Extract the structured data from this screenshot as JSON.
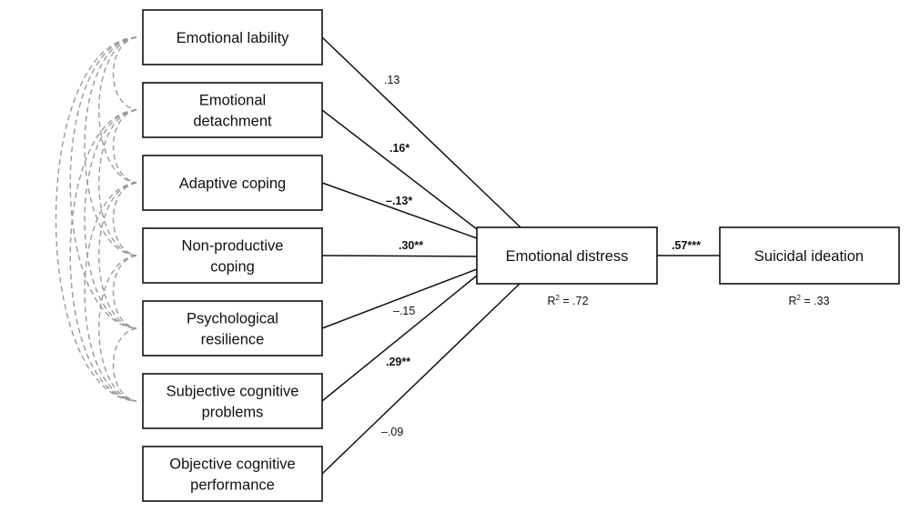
{
  "predictors": [
    {
      "id": "emotional-lability",
      "lines": [
        "Emotional lability"
      ],
      "coef": ".13",
      "bold": false
    },
    {
      "id": "emotional-detachment",
      "lines": [
        "Emotional",
        "detachment"
      ],
      "coef": ".16*",
      "bold": true
    },
    {
      "id": "adaptive-coping",
      "lines": [
        "Adaptive coping"
      ],
      "coef": "–.13*",
      "bold": true
    },
    {
      "id": "non-productive-coping",
      "lines": [
        "Non-productive",
        "coping"
      ],
      "coef": ".30**",
      "bold": true
    },
    {
      "id": "psychological-resilience",
      "lines": [
        "Psychological",
        "resilience"
      ],
      "coef": "–.15",
      "bold": false
    },
    {
      "id": "subjective-cognitive-problems",
      "lines": [
        "Subjective cognitive",
        "problems"
      ],
      "coef": ".29**",
      "bold": true
    },
    {
      "id": "objective-cognitive-performance",
      "lines": [
        "Objective cognitive",
        "performance"
      ],
      "coef": "–.09",
      "bold": false
    }
  ],
  "mediator": {
    "label": "Emotional distress",
    "r2_prefix": "R",
    "r2_sup": "2",
    "r2_value": " = .72"
  },
  "outcome": {
    "label": "Suicidal ideation",
    "r2_prefix": "R",
    "r2_sup": "2",
    "r2_value": " = .33"
  },
  "mediator_to_outcome": {
    "coef": ".57***",
    "bold": true
  }
}
